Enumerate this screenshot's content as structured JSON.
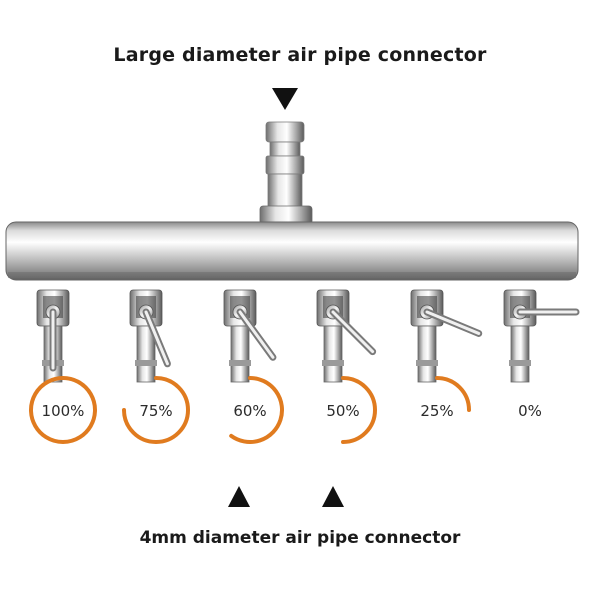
{
  "labels": {
    "top_connector": "Large diameter air pipe connector",
    "bottom_connector": "4mm diameter air pipe connector"
  },
  "valves": [
    {
      "percent_label": "100%",
      "open_fraction": 1.0
    },
    {
      "percent_label": "75%",
      "open_fraction": 0.75
    },
    {
      "percent_label": "60%",
      "open_fraction": 0.6
    },
    {
      "percent_label": "50%",
      "open_fraction": 0.5
    },
    {
      "percent_label": "25%",
      "open_fraction": 0.25
    },
    {
      "percent_label": "0%",
      "open_fraction": 0.0
    }
  ],
  "colors": {
    "arc": "#e07b1f",
    "arrow": "#111111",
    "metal_light": "#f2f2f2",
    "metal_dark": "#7d7d7d"
  },
  "icons": {
    "top_arrow": "down-triangle-icon",
    "bottom_arrows": "up-triangle-icon"
  }
}
